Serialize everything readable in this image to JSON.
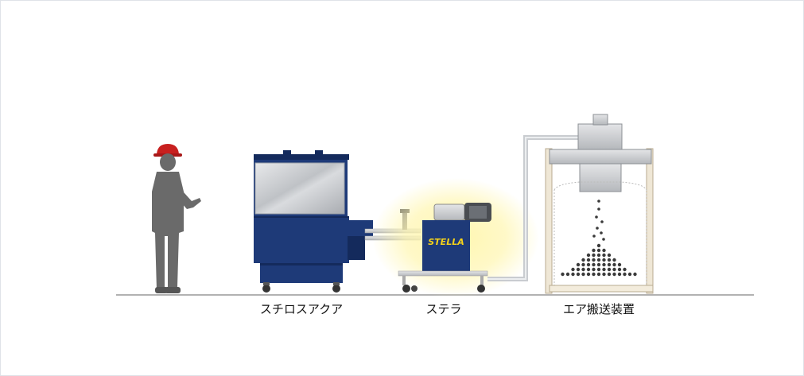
{
  "labels": {
    "machine_1": "スチロスアクア",
    "machine_2": "ステラ",
    "machine_3": "エア搬送装置"
  },
  "logo_text": "STELLA",
  "colors": {
    "frame_border": "#dfe3e8",
    "machine_navy": "#1e3a78",
    "machine_navy_dark": "#142a5c",
    "helmet_red": "#c8201f",
    "worker_gray": "#6a6a6a",
    "glow_yellow": "#fff3a0",
    "logo_yellow": "#f5d21a",
    "pipe_gray": "#c9ccd0",
    "ground_line": "#666666",
    "pellet_dark": "#3a3a3a"
  },
  "icons": {
    "worker": "worker-figure-icon",
    "helmet": "hard-hat-icon"
  }
}
